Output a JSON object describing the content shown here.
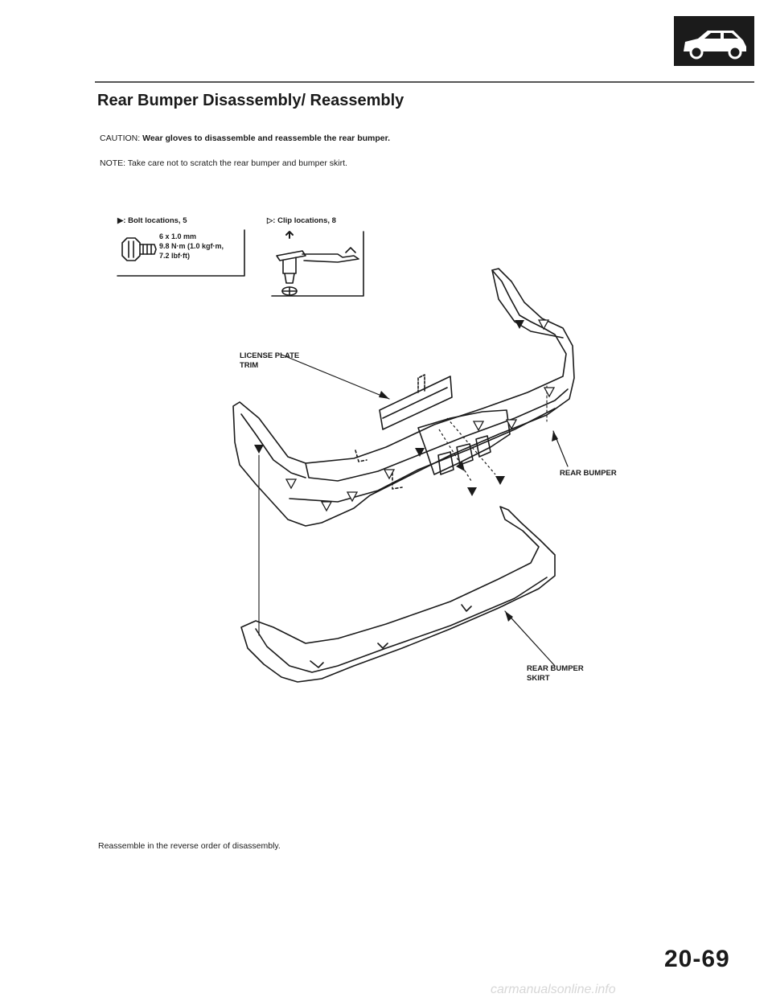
{
  "header": {
    "icon": "car-icon",
    "title": "Rear Bumper Disassembly/ Reassembly"
  },
  "caution": {
    "label": "CAUTION:",
    "text": "Wear gloves to disassemble and reassemble the rear bumper."
  },
  "note": {
    "text": "NOTE:  Take care not to scratch the rear bumper and bumper skirt."
  },
  "legend": {
    "bolt": "▶: Bolt locations, 5",
    "clip": "▷: Clip locations, 8"
  },
  "bolt_spec": {
    "size": "6 x 1.0 mm",
    "torque_nm": "9.8 N·m (1.0 kgf·m,",
    "torque_lbf": "7.2 lbf·ft)"
  },
  "labels": {
    "license_line1": "LICENSE PLATE",
    "license_line2": "TRIM",
    "rear_bumper": "REAR BUMPER",
    "skirt_line1": "REAR BUMPER",
    "skirt_line2": "SKIRT"
  },
  "footer": {
    "text": "Reassemble in the reverse order of disassembly."
  },
  "page_number": "20-69",
  "watermark": "carmanualsonline.info"
}
